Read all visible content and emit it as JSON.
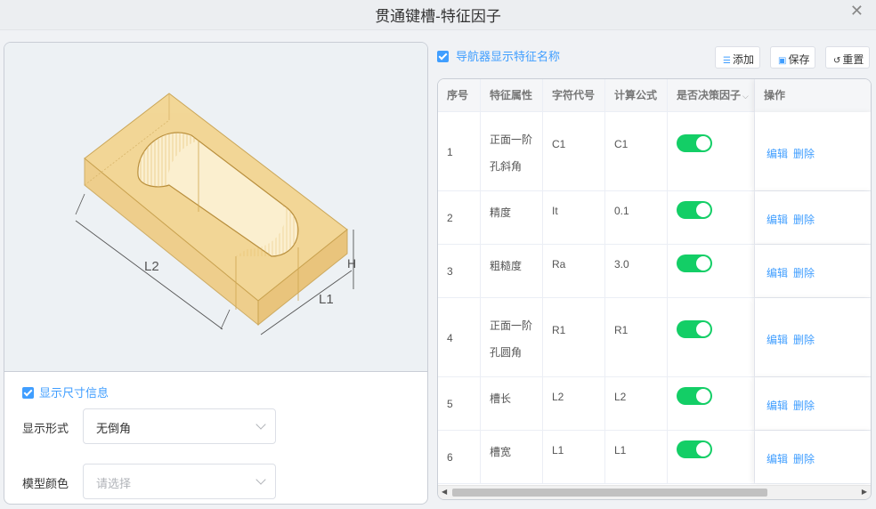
{
  "window": {
    "title": "贯通键槽-特征因子"
  },
  "preview": {
    "dimension_labels": {
      "length": "L2",
      "width": "L1",
      "height": "H"
    },
    "model_color": "#f3d592"
  },
  "left_form": {
    "show_dimensions_label": "显示尺寸信息",
    "display_form_label": "显示形式",
    "display_form_value": "无倒角",
    "model_color_label": "模型颜色",
    "model_color_placeholder": "请选择"
  },
  "toolbar": {
    "nav_show_name_label": "导航器显示特征名称",
    "add_label": "添加",
    "save_label": "保存",
    "reset_label": "重置"
  },
  "table": {
    "headers": [
      "序号",
      "特征属性",
      "字符代号",
      "计算公式",
      "是否决策因子",
      "操作"
    ],
    "edit_label": "编辑",
    "delete_label": "删除",
    "rows": [
      {
        "no": "1",
        "attr_line1": "正面一阶",
        "attr_line2": "孔斜角",
        "code": "C1",
        "formula": "C1",
        "decision": true
      },
      {
        "no": "2",
        "attr_line1": "精度",
        "attr_line2": "",
        "code": "It",
        "formula": "0.1",
        "decision": true
      },
      {
        "no": "3",
        "attr_line1": "粗糙度",
        "attr_line2": "",
        "code": "Ra",
        "formula": "3.0",
        "decision": true
      },
      {
        "no": "4",
        "attr_line1": "正面一阶",
        "attr_line2": "孔圆角",
        "code": "R1",
        "formula": "R1",
        "decision": true
      },
      {
        "no": "5",
        "attr_line1": "槽长",
        "attr_line2": "",
        "code": "L2",
        "formula": "L2",
        "decision": true
      },
      {
        "no": "6",
        "attr_line1": "槽宽",
        "attr_line2": "",
        "code": "L1",
        "formula": "L1",
        "decision": true
      }
    ]
  },
  "colors": {
    "accent": "#409eff",
    "switch_on": "#13ce66"
  }
}
